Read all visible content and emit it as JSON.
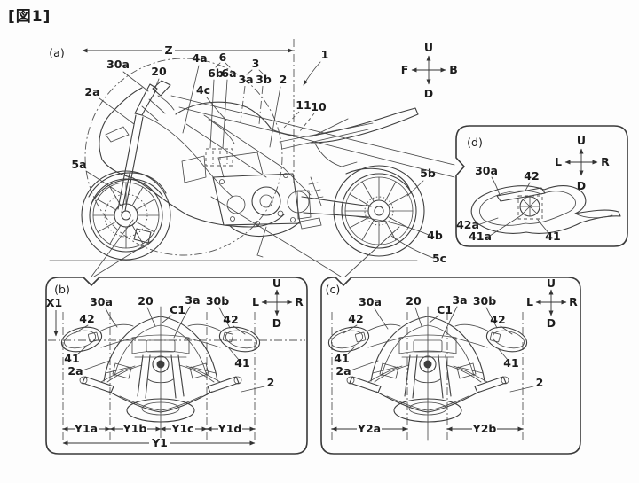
{
  "figure_title": "[図1]",
  "views": {
    "a": {
      "label": "(a)",
      "machine_ref": "1",
      "dim": "Z",
      "compass": {
        "up": "U",
        "down": "D",
        "left": "F",
        "right": "B"
      },
      "labels": {
        "n30a": "30a",
        "n20": "20",
        "n2a": "2a",
        "n4a": "4a",
        "n4c": "4c",
        "n6": "6",
        "n6b": "6b",
        "n6a": "6a",
        "n3": "3",
        "n3a": "3a",
        "n3b": "3b",
        "n2": "2",
        "n11": "11",
        "n10": "10",
        "n5a": "5a",
        "n5b": "5b",
        "n4b": "4b",
        "n5c": "5c"
      }
    },
    "b": {
      "label": "(b)",
      "compass": {
        "up": "U",
        "down": "D",
        "left": "L",
        "right": "R"
      },
      "labels": {
        "x1": "X1",
        "n30a": "30a",
        "n42_left": "42",
        "n41_left": "41",
        "n2a": "2a",
        "n20": "20",
        "c1": "C1",
        "n3a": "3a",
        "n30b": "30b",
        "n42_right": "42",
        "n41_right": "41",
        "n2": "2"
      },
      "dims": {
        "y1a": "Y1a",
        "y1b": "Y1b",
        "y1c": "Y1c",
        "y1d": "Y1d",
        "y1": "Y1"
      }
    },
    "c": {
      "label": "(c)",
      "compass": {
        "up": "U",
        "down": "D",
        "left": "L",
        "right": "R"
      },
      "labels": {
        "n30a": "30a",
        "n20": "20",
        "c1": "C1",
        "n3a": "3a",
        "n30b": "30b",
        "n42_left": "42",
        "n42_right": "42",
        "n41_left": "41",
        "n41_right": "41",
        "n2a": "2a",
        "n2": "2"
      },
      "dims": {
        "y2a": "Y2a",
        "y2b": "Y2b"
      }
    },
    "d": {
      "label": "(d)",
      "compass": {
        "up": "U",
        "down": "D",
        "left": "L",
        "right": "R"
      },
      "labels": {
        "n30a": "30a",
        "n42": "42",
        "n42a": "42a",
        "n41a": "41a",
        "n41": "41"
      }
    }
  },
  "colors": {
    "background": "#ffffff",
    "line": "#3f3f3f",
    "text": "#1c1c1c"
  }
}
